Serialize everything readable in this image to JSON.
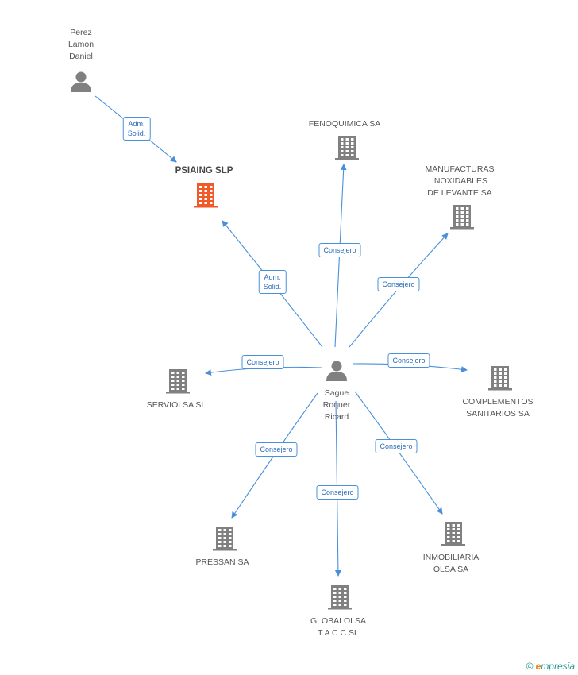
{
  "colors": {
    "edge": "#4a90d9",
    "node": "#808080",
    "focus": "#f05a28"
  },
  "nodes": [
    {
      "id": "perez",
      "kind": "person-icon",
      "label": "Perez\nLamon\nDaniel"
    },
    {
      "id": "psiaing",
      "kind": "building-icon",
      "focus": true,
      "label": "PSIAING SLP"
    },
    {
      "id": "fenoquimica",
      "kind": "building-icon",
      "label": "FENOQUIMICA SA"
    },
    {
      "id": "manufacturas",
      "kind": "building-icon",
      "label": "MANUFACTURAS\nINOXIDABLES\nDE LEVANTE SA"
    },
    {
      "id": "sague",
      "kind": "person-icon",
      "label": "Sague\nRoquer\nRicard"
    },
    {
      "id": "serviolsa",
      "kind": "building-icon",
      "label": "SERVIOLSA SL"
    },
    {
      "id": "complementos",
      "kind": "building-icon",
      "label": "COMPLEMENTOS\nSANITARIOS SA"
    },
    {
      "id": "pressan",
      "kind": "building-icon",
      "label": "PRESSAN SA"
    },
    {
      "id": "inmobiliaria",
      "kind": "building-icon",
      "label": "INMOBILIARIA\nOLSA SA"
    },
    {
      "id": "globalolsa",
      "kind": "building-icon",
      "label": "GLOBALOLSA\nT A C C SL"
    }
  ],
  "edges": [
    {
      "from": "perez",
      "to": "psiaing",
      "label": "Adm.\nSolid."
    },
    {
      "from": "sague",
      "to": "psiaing",
      "label": "Adm.\nSolid."
    },
    {
      "from": "sague",
      "to": "fenoquimica",
      "label": "Consejero"
    },
    {
      "from": "sague",
      "to": "manufacturas",
      "label": "Consejero"
    },
    {
      "from": "sague",
      "to": "serviolsa",
      "label": "Consejero"
    },
    {
      "from": "sague",
      "to": "complementos",
      "label": "Consejero"
    },
    {
      "from": "sague",
      "to": "pressan",
      "label": "Consejero"
    },
    {
      "from": "sague",
      "to": "globalolsa",
      "label": "Consejero"
    },
    {
      "from": "sague",
      "to": "inmobiliaria",
      "label": "Consejero"
    }
  ],
  "brand": {
    "copyright": "©",
    "e": "e",
    "rest": "mpresia"
  }
}
